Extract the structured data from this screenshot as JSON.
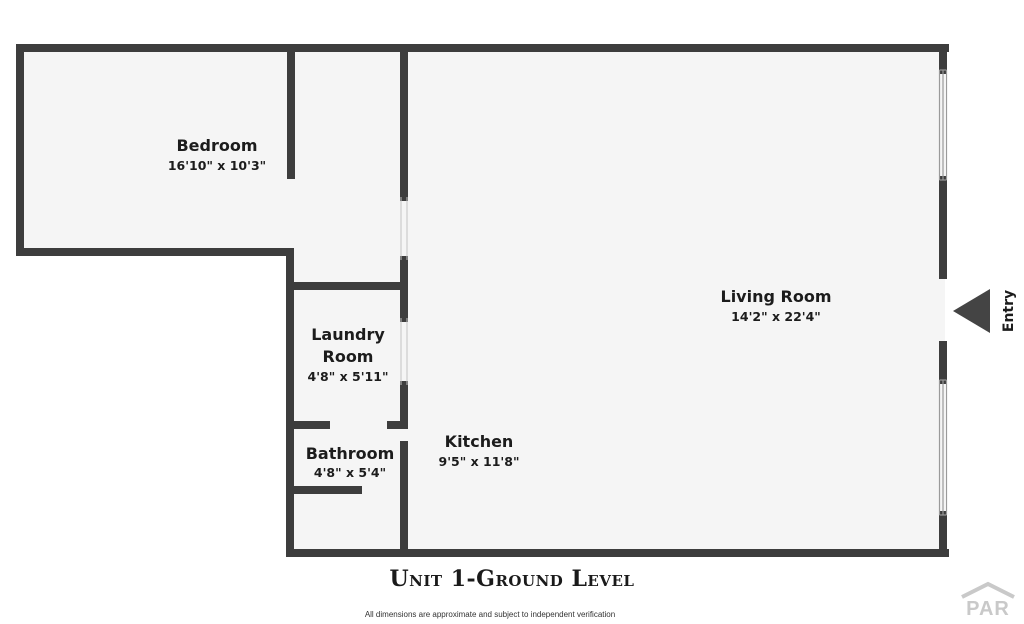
{
  "rooms": {
    "bedroom": {
      "name": "Bedroom",
      "dims": "16'10\" x 10'3\""
    },
    "living_room": {
      "name": "Living Room",
      "dims": "14'2\" x 22'4\""
    },
    "laundry_room": {
      "name_line1": "Laundry",
      "name_line2": "Room",
      "dims": "4'8\" x 5'11\""
    },
    "bathroom": {
      "name": "Bathroom",
      "dims": "4'8\" x 5'4\""
    },
    "kitchen": {
      "name": "Kitchen",
      "dims": "9'5\" x 11'8\""
    }
  },
  "entry": {
    "label": "Entry"
  },
  "plan_title": "Unit 1-Ground Level",
  "disclaimer": "All dimensions are approximate and subject to independent verification",
  "logo": {
    "text": "PAR"
  },
  "colors": {
    "wall": "#3d3d3d",
    "floor": "#f5f5f5",
    "background": "#ffffff",
    "entry_marker": "#444444"
  }
}
